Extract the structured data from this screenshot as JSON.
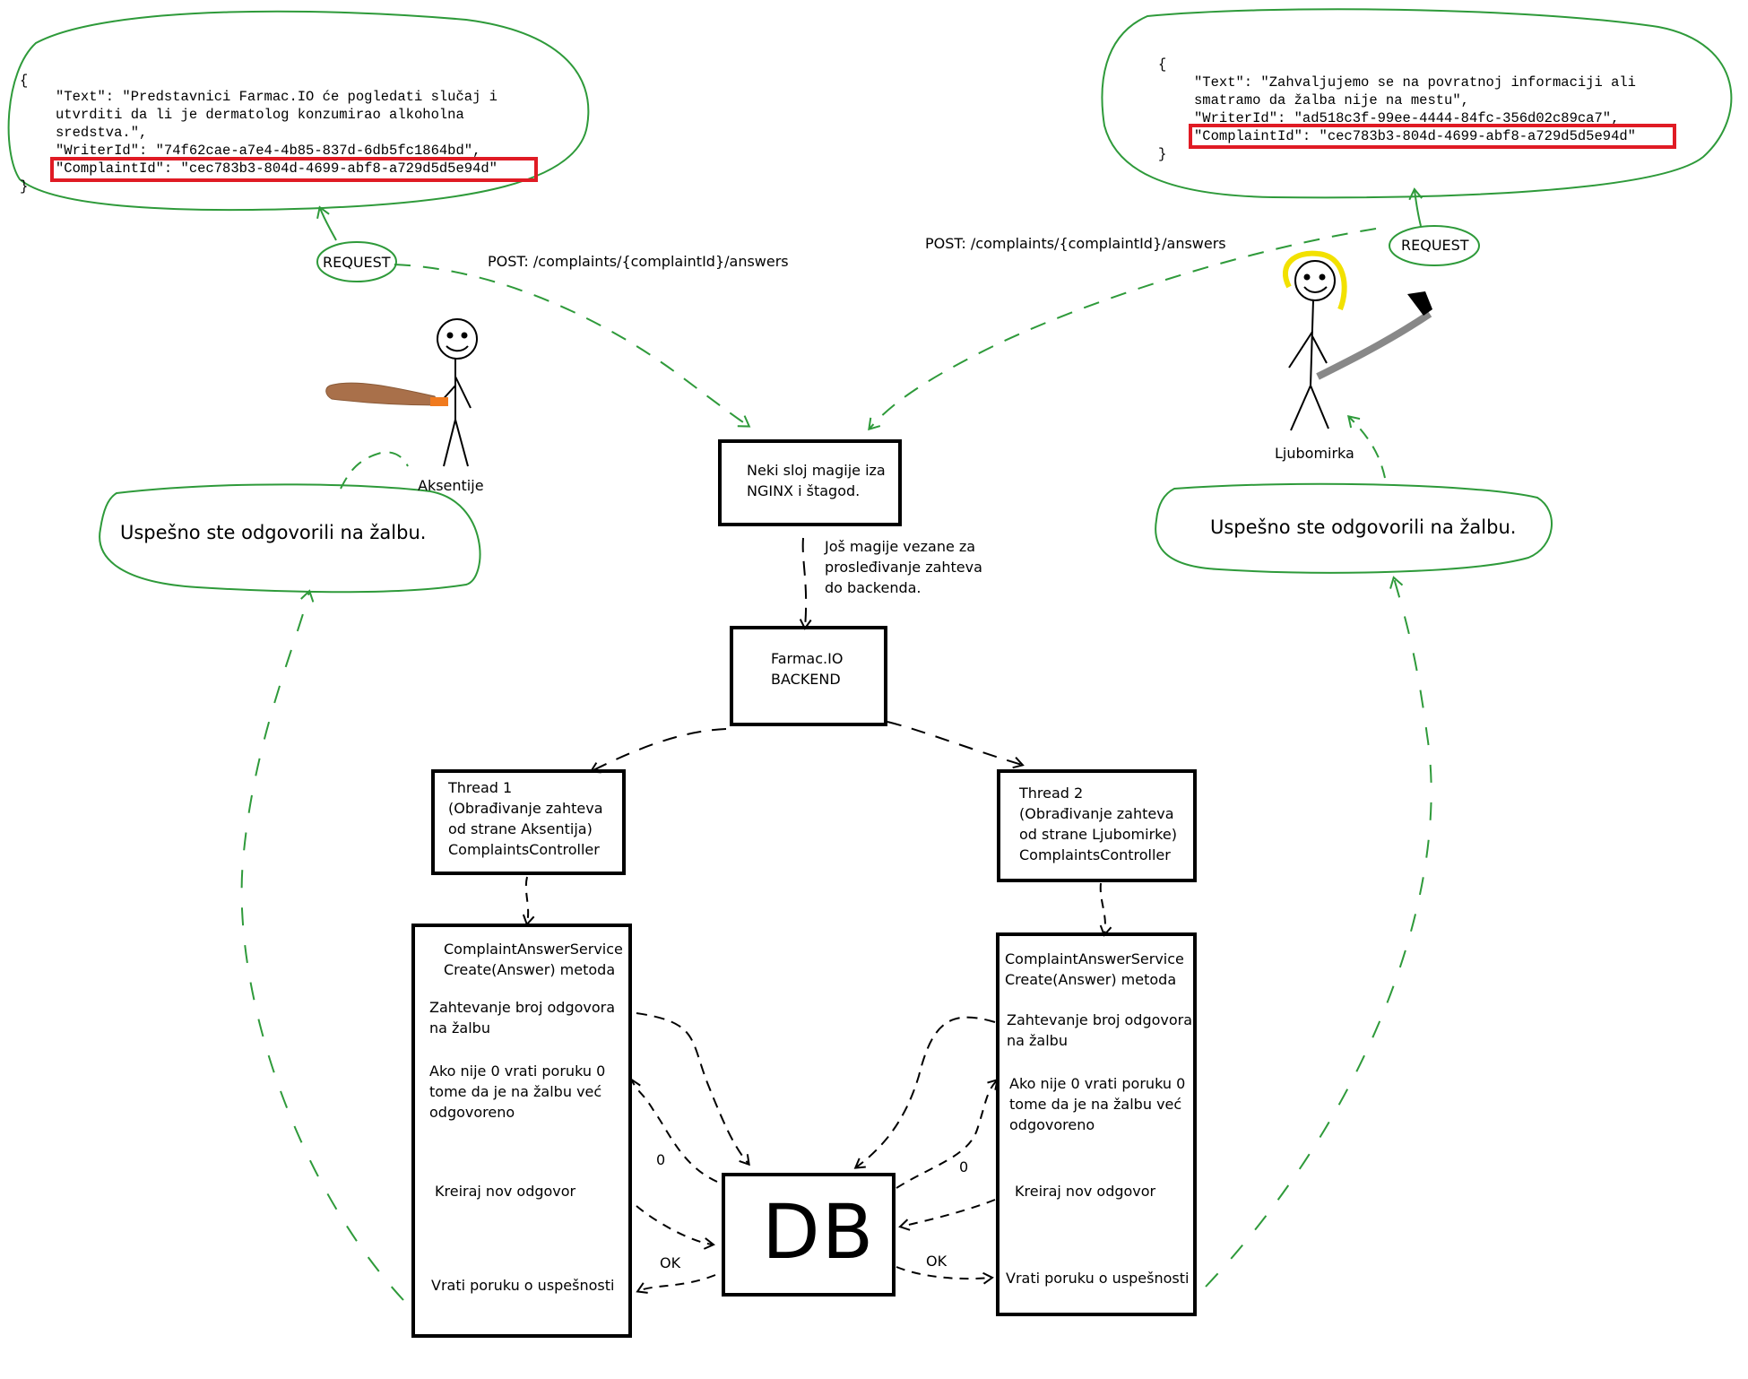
{
  "left_request": {
    "brace_open": "{",
    "text_line1": "\"Text\": \"Predstavnici Farmac.IO će pogledati slučaj i",
    "text_line2": "utvrditi da li je dermatolog konzumirao alkoholna",
    "text_line3": "sredstva.\",",
    "writer_line": "\"WriterId\": \"74f62cae-a7e4-4b85-837d-6db5fc1864bd\",",
    "complaint_line": "\"ComplaintId\": \"cec783b3-804d-4699-abf8-a729d5d5e94d\"",
    "brace_close": "}",
    "request_label": "REQUEST"
  },
  "right_request": {
    "brace_open": "{",
    "text_line1": "\"Text\": \"Zahvaljujemo se na povratnoj informaciji ali",
    "text_line2": "smatramo da žalba nije na mestu\",",
    "writer_line": "\"WriterId\": \"ad518c3f-99ee-4444-84fc-356d02c89ca7\",",
    "complaint_line": "\"ComplaintId\": \"cec783b3-804d-4699-abf8-a729d5d5e94d\"",
    "brace_close": "}",
    "request_label": "REQUEST"
  },
  "endpoints": {
    "left": "POST: /complaints/{complaintId}/answers",
    "right": "POST: /complaints/{complaintId}/answers"
  },
  "actors": {
    "left": "Aksentije",
    "right": "Ljubomirka"
  },
  "responses": {
    "left": "Uspešno ste odgovorili na žalbu.",
    "right": "Uspešno ste odgovorili na žalbu."
  },
  "nginx_box": {
    "line1": "Neki sloj magije iza",
    "line2": "NGINX i štagod."
  },
  "nginx_note": {
    "line1": "Još magije vezane za",
    "line2": "prosleđivanje zahteva",
    "line3": "do backenda."
  },
  "backend_box": {
    "line1": "Farmac.IO",
    "line2": "BACKEND"
  },
  "thread1": {
    "line1": "Thread 1",
    "line2": "(Obrađivanje zahteva",
    "line3": "od strane Aksentija)",
    "line4": "ComplaintsController"
  },
  "thread2": {
    "line1": "Thread 2",
    "line2": "(Obrađivanje zahteva",
    "line3": "od strane Ljubomirke)",
    "line4": "ComplaintsController"
  },
  "service_left": {
    "title1": "ComplaintAnswerService",
    "title2": "Create(Answer) metoda",
    "step1a": "Zahtevanje broj odgovora",
    "step1b": "na žalbu",
    "step2a": "Ako nije 0 vrati poruku 0",
    "step2b": "tome da je na žalbu već",
    "step2c": "odgovoreno",
    "step3": "Kreiraj nov odgovor",
    "step4": "Vrati poruku o uspešnosti"
  },
  "service_right": {
    "title1": "ComplaintAnswerService",
    "title2": "Create(Answer) metoda",
    "step1a": "Zahtevanje broj odgovora",
    "step1b": "na žalbu",
    "step2a": "Ako nije 0 vrati poruku 0",
    "step2b": "tome da je na žalbu već",
    "step2c": "odgovoreno",
    "step3": "Kreiraj nov odgovor",
    "step4": "Vrati poruku o uspešnosti"
  },
  "db": {
    "label": "DB",
    "zero_left": "0",
    "ok_left": "OK",
    "zero_right": "0",
    "ok_right": "OK"
  },
  "colors": {
    "green": "#2e9a3a",
    "red": "#e01b24",
    "black": "#000000",
    "club_brown": "#a9704a",
    "club_orange": "#f07a1e",
    "hair_yellow": "#f2e100",
    "tool_gray": "#888888"
  }
}
